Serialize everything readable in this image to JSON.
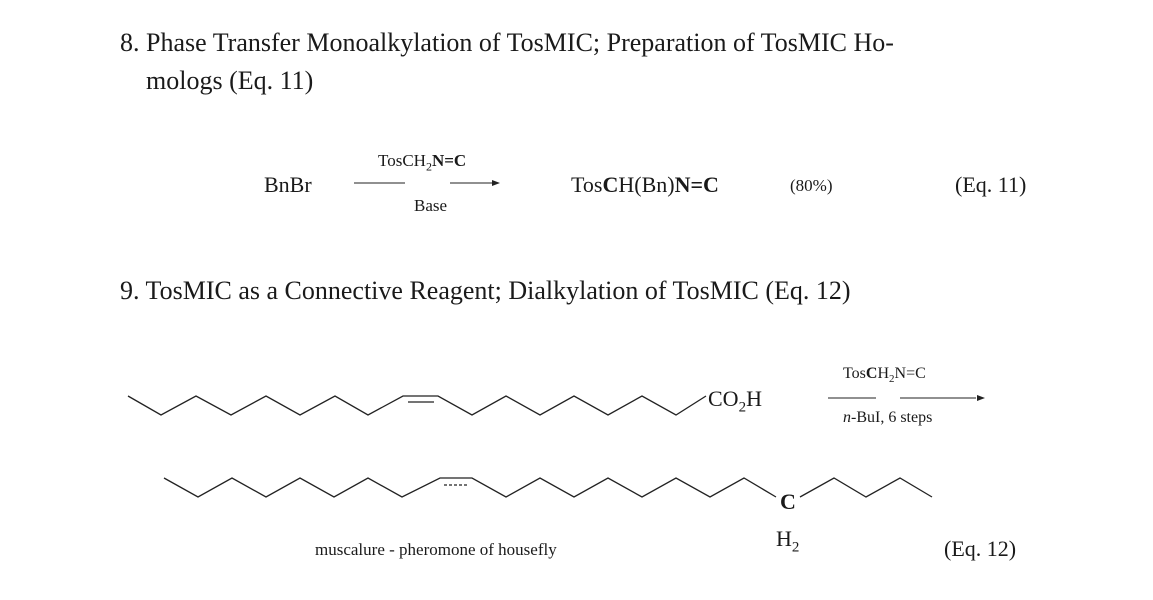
{
  "section8": {
    "line1": "8. Phase Transfer Monoalkylation of TosMIC; Preparation of TosMIC Ho-",
    "line2": "mologs (Eq. 11)"
  },
  "eq11": {
    "reactant": "BnBr",
    "reagent_above_pre": "TosC",
    "reagent_above_sub": "H",
    "reagent_above_sub2": "2",
    "reagent_above_post_n": "N=C",
    "reagent_below": "Base",
    "product_pre": "Tos",
    "product_c": "C",
    "product_mid": "H(Bn)",
    "product_n": "N=C",
    "yield": "(80%)",
    "label": "(Eq. 11)"
  },
  "section9": {
    "line1": "9. TosMIC as a Connective Reagent; Dialkylation of TosMIC (Eq. 12)"
  },
  "eq12": {
    "acid_group_pre": "CO",
    "acid_group_sub": "2",
    "acid_group_post": "H",
    "reagent_above_pre": "Tos",
    "reagent_above_c": "C",
    "reagent_above_mid": "H",
    "reagent_above_sub": "2",
    "reagent_above_post": "N=C",
    "reagent_below_italic": "n",
    "reagent_below_rest": "-BuI, 6 steps",
    "product_c": "C",
    "product_h_pre": "H",
    "product_h_sub": "2",
    "caption": "muscalure - pheromone of housefly",
    "label": "(Eq. 12)"
  }
}
